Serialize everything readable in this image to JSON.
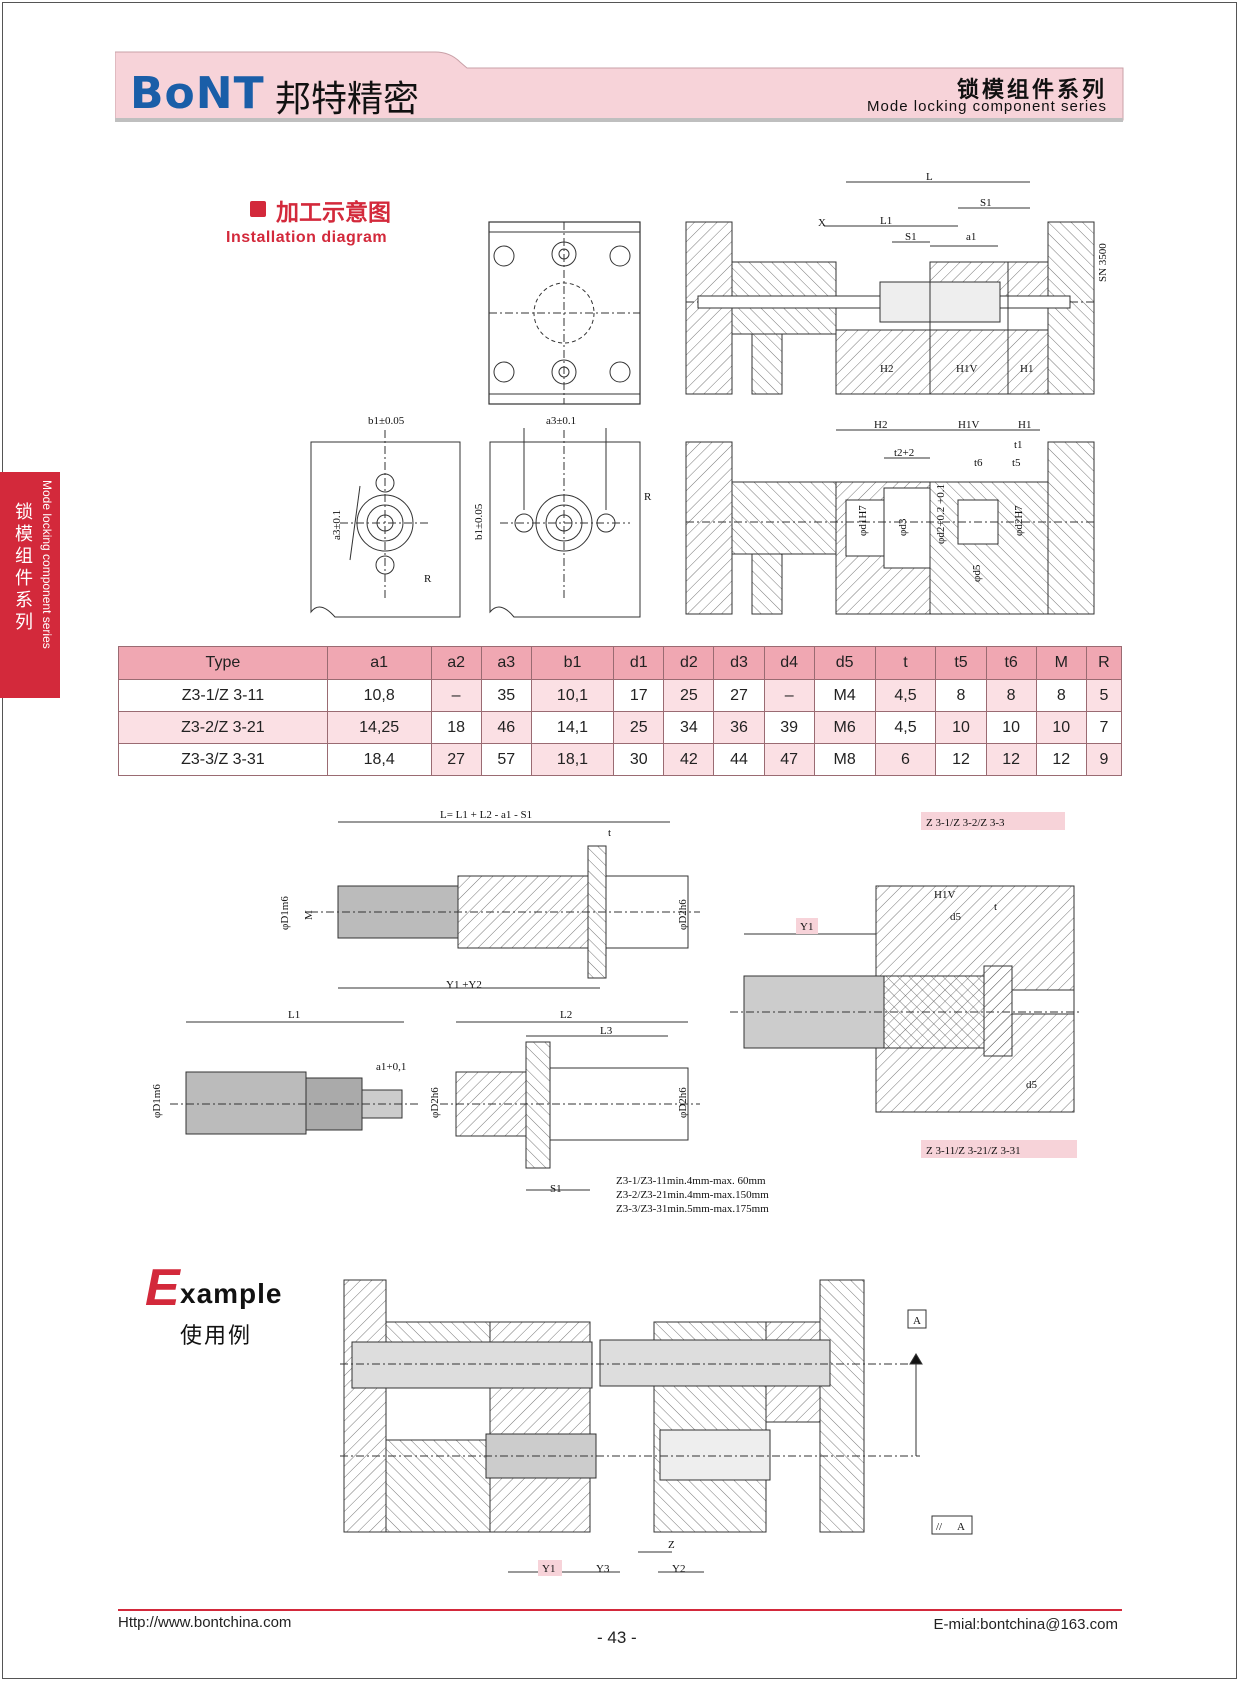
{
  "header": {
    "logo": "BoNT",
    "brand": "邦特精密",
    "title_zh": "锁模组件系列",
    "title_en": "Mode locking component series",
    "accent": "#d3293b",
    "header_bg": "#f7d3d9"
  },
  "side_tab": {
    "zh": "锁模组件系列",
    "en": "Mode locking component series"
  },
  "section": {
    "title_zh": "加工示意图",
    "title_en": "Installation diagram"
  },
  "diagram_labels": {
    "L": "L",
    "L1": "L1",
    "L2": "L2",
    "L3": "L3",
    "S1": "S1",
    "X": "X",
    "a1": "a1",
    "H1": "H1",
    "H2": "H2",
    "H1V": "H1V",
    "SN": "SN 3500",
    "t1": "t1",
    "t5": "t5",
    "t6": "t6",
    "t2": "t2+2",
    "t": "t",
    "d1": "φd1H7",
    "d3": "φd3",
    "d2": "φd2+0.2 +0.1",
    "d2h7": "φd2H7",
    "d5": "φd5",
    "b1": "b1±0.05",
    "a3": "a3±0.1",
    "a3v": "a3±0.1",
    "b1v": "b1±0.05",
    "R": "R",
    "L_formula": "L= L1 + L2 - a1 - S1",
    "Y1Y2": "Y1 +Y2",
    "Y1": "Y1",
    "Y2": "Y2",
    "Y3": "Y3",
    "Z": "Z",
    "D1m6": "φD1m6",
    "D2h6": "φD2h6",
    "M": "M",
    "a1tol": "a1+0,1",
    "grp1": "Z 3-1/Z 3-2/Z 3-3",
    "grp2": "Z 3-11/Z 3-21/Z 3-31",
    "s1_1": "Z3-1/Z3-11min.4mm-max. 60mm",
    "s1_2": "Z3-2/Z3-21min.4mm-max.150mm",
    "s1_3": "Z3-3/Z3-31min.5mm-max.175mm",
    "A": "A",
    "parA": "//",
    "d5b": "d5"
  },
  "table": {
    "headers": [
      "Type",
      "a1",
      "a2",
      "a3",
      "b1",
      "d1",
      "d2",
      "d3",
      "d4",
      "d5",
      "t",
      "t5",
      "t6",
      "M",
      "R"
    ],
    "rows": [
      [
        "Z3-1/Z 3-11",
        "10,8",
        "–",
        "35",
        "10,1",
        "17",
        "25",
        "27",
        "–",
        "M4",
        "4,5",
        "8",
        "8",
        "8",
        "5"
      ],
      [
        "Z3-2/Z 3-21",
        "14,25",
        "18",
        "46",
        "14,1",
        "25",
        "34",
        "36",
        "39",
        "M6",
        "4,5",
        "10",
        "10",
        "10",
        "7"
      ],
      [
        "Z3-3/Z 3-31",
        "18,4",
        "27",
        "57",
        "18,1",
        "30",
        "42",
        "44",
        "47",
        "M8",
        "6",
        "12",
        "12",
        "12",
        "9"
      ]
    ]
  },
  "example": {
    "E": "E",
    "rest": "xample",
    "zh": "使用例"
  },
  "footer": {
    "url": "Http://www.bontchina.com",
    "page": "- 43 -",
    "email": "E-mial:bontchina@163.com"
  }
}
